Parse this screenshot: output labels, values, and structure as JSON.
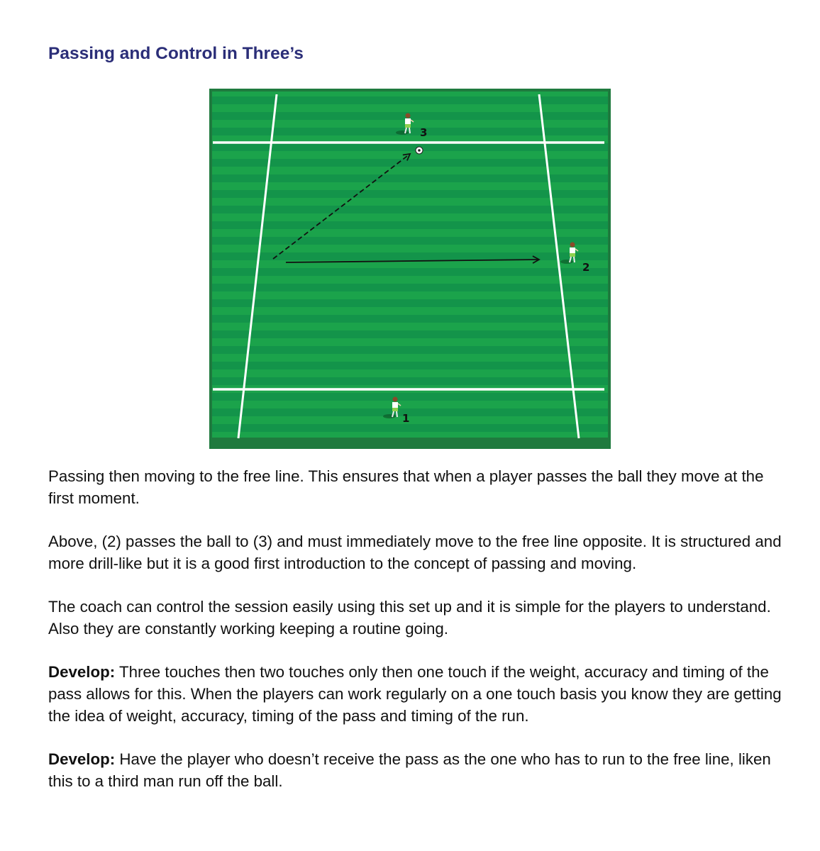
{
  "title": "Passing and Control in Three’s",
  "diagram": {
    "players": [
      {
        "label": "3"
      },
      {
        "label": "2"
      },
      {
        "label": "1"
      }
    ],
    "colors": {
      "grass_light": "#1ba34b",
      "grass_dark": "#13944a",
      "border": "#1f7a3e",
      "lines": "#ffffff"
    }
  },
  "paragraphs": [
    {
      "bold": "",
      "text": "Passing then moving to the free line. This ensures that when a player passes the ball they move at the first moment."
    },
    {
      "bold": "",
      "text": "Above, (2) passes the ball to (3) and must immediately move to the free line opposite. It is structured and more drill-like but it is a good first introduction to the concept of passing and moving."
    },
    {
      "bold": "",
      "text": "The coach can control the session easily using this set up and it is simple for the players to understand. Also they are constantly working keeping a routine going."
    },
    {
      "bold": "Develop:",
      "text": " Three touches then two touches only then one touch if the weight, accuracy and timing of the pass allows for this. When the players can work regularly on a one touch basis you know they are getting the idea of weight, accuracy, timing of the pass and timing of the run."
    },
    {
      "bold": "Develop:",
      "text": " Have the player who doesn’t receive the pass as the one who has to run to the free line, liken this to a third man run off the ball."
    }
  ]
}
